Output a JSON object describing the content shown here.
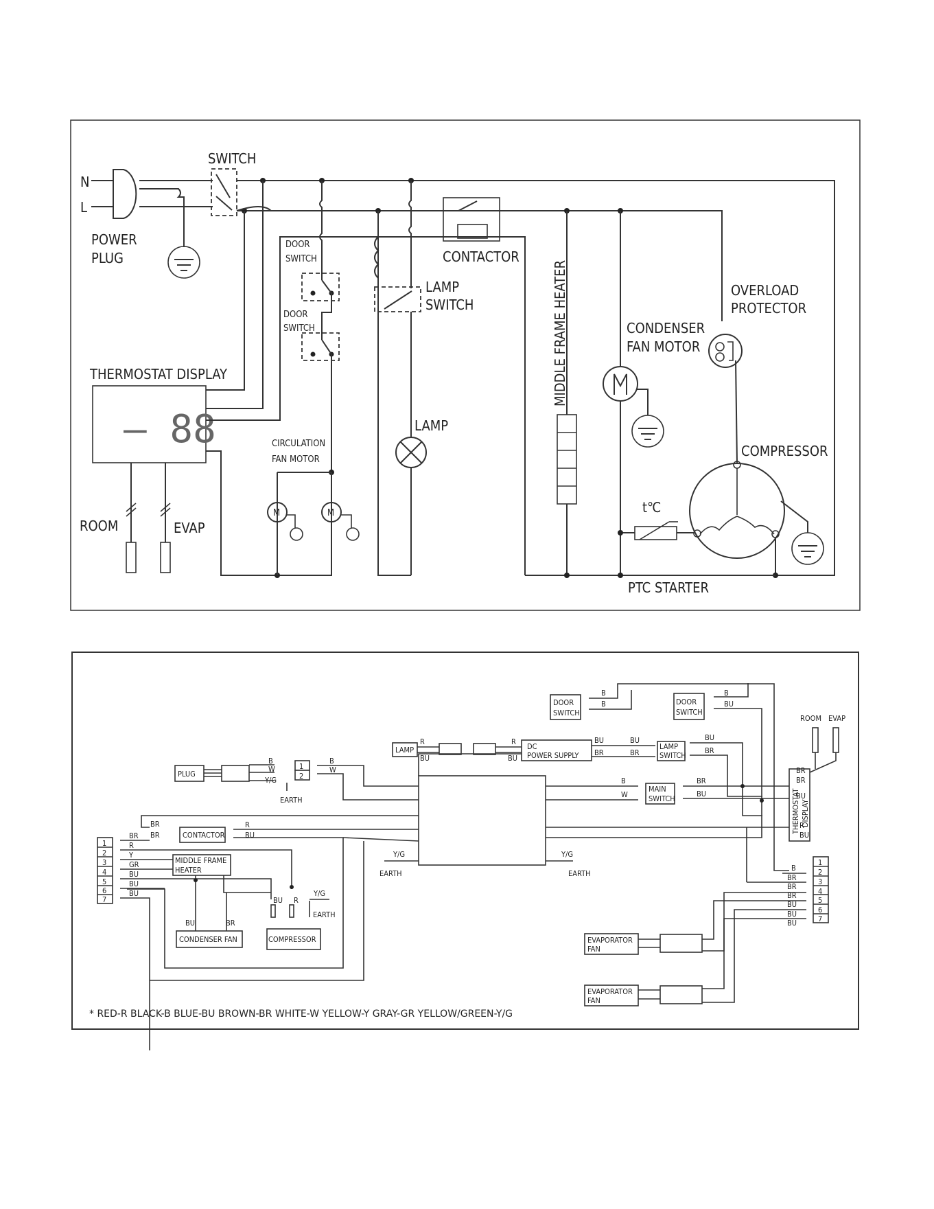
{
  "schematic": {
    "n": "N",
    "l": "L",
    "power_plug": "POWER",
    "power_plug2": "PLUG",
    "switch": "SWITCH",
    "door_switch_1a": "DOOR",
    "door_switch_1b": "SWITCH",
    "door_switch_2a": "DOOR",
    "door_switch_2b": "SWITCH",
    "contactor": "CONTACTOR",
    "lamp_switch_1": "LAMP",
    "lamp_switch_2": "SWITCH",
    "middle_frame_heater": "MIDDLE FRAME HEATER",
    "condenser_fan_1": "CONDENSER",
    "condenser_fan_2": "FAN MOTOR",
    "overload_1": "OVERLOAD",
    "overload_2": "PROTECTOR",
    "thermostat_display": "THERMOSTAT DISPLAY",
    "display_readout": "– 88",
    "circulation_1": "CIRCULATION",
    "circulation_2": "FAN MOTOR",
    "lamp": "LAMP",
    "compressor": "COMPRESSOR",
    "room": "ROOM",
    "evap": "EVAP",
    "tc": "t℃",
    "ptc_starter": "PTC STARTER",
    "motor_m": "M"
  },
  "wiring": {
    "plug": "PLUG",
    "earth": "EARTH",
    "lamp": "LAMP",
    "dc_power_supply_1": "DC",
    "dc_power_supply_2": "POWER SUPPLY",
    "door_switch_1a": "DOOR",
    "door_switch_1b": "SWITCH",
    "door_switch_2a": "DOOR",
    "door_switch_2b": "SWITCH",
    "lamp_switch_1": "LAMP",
    "lamp_switch_2": "SWITCH",
    "main_switch_1": "MAIN",
    "main_switch_2": "SWITCH",
    "contactor": "CONTACTOR",
    "middle_frame_1": "MIDDLE FRAME",
    "middle_frame_2": "HEATER",
    "condenser_fan": "CONDENSER FAN",
    "compressor": "COMPRESSOR",
    "room": "ROOM",
    "evap": "EVAP",
    "thermostat_1": "THERMOSTAT",
    "thermostat_2": "DISPLAY",
    "evaporator_fan_1a": "EVAPORATOR",
    "evaporator_fan_1b": "FAN",
    "evaporator_fan_2a": "EVAPORATOR",
    "evaporator_fan_2b": "FAN",
    "legend": "* RED-R   BLACK-B   BLUE-BU   BROWN-BR   WHITE-W   YELLOW-Y   GRAY-GR   YELLOW/GREEN-Y/G",
    "codes": {
      "R": "R",
      "B": "B",
      "BU": "BU",
      "BR": "BR",
      "W": "W",
      "Y": "Y",
      "GR": "GR",
      "YG": "Y/G"
    },
    "pins": [
      "1",
      "2",
      "3",
      "4",
      "5",
      "6",
      "7"
    ]
  }
}
